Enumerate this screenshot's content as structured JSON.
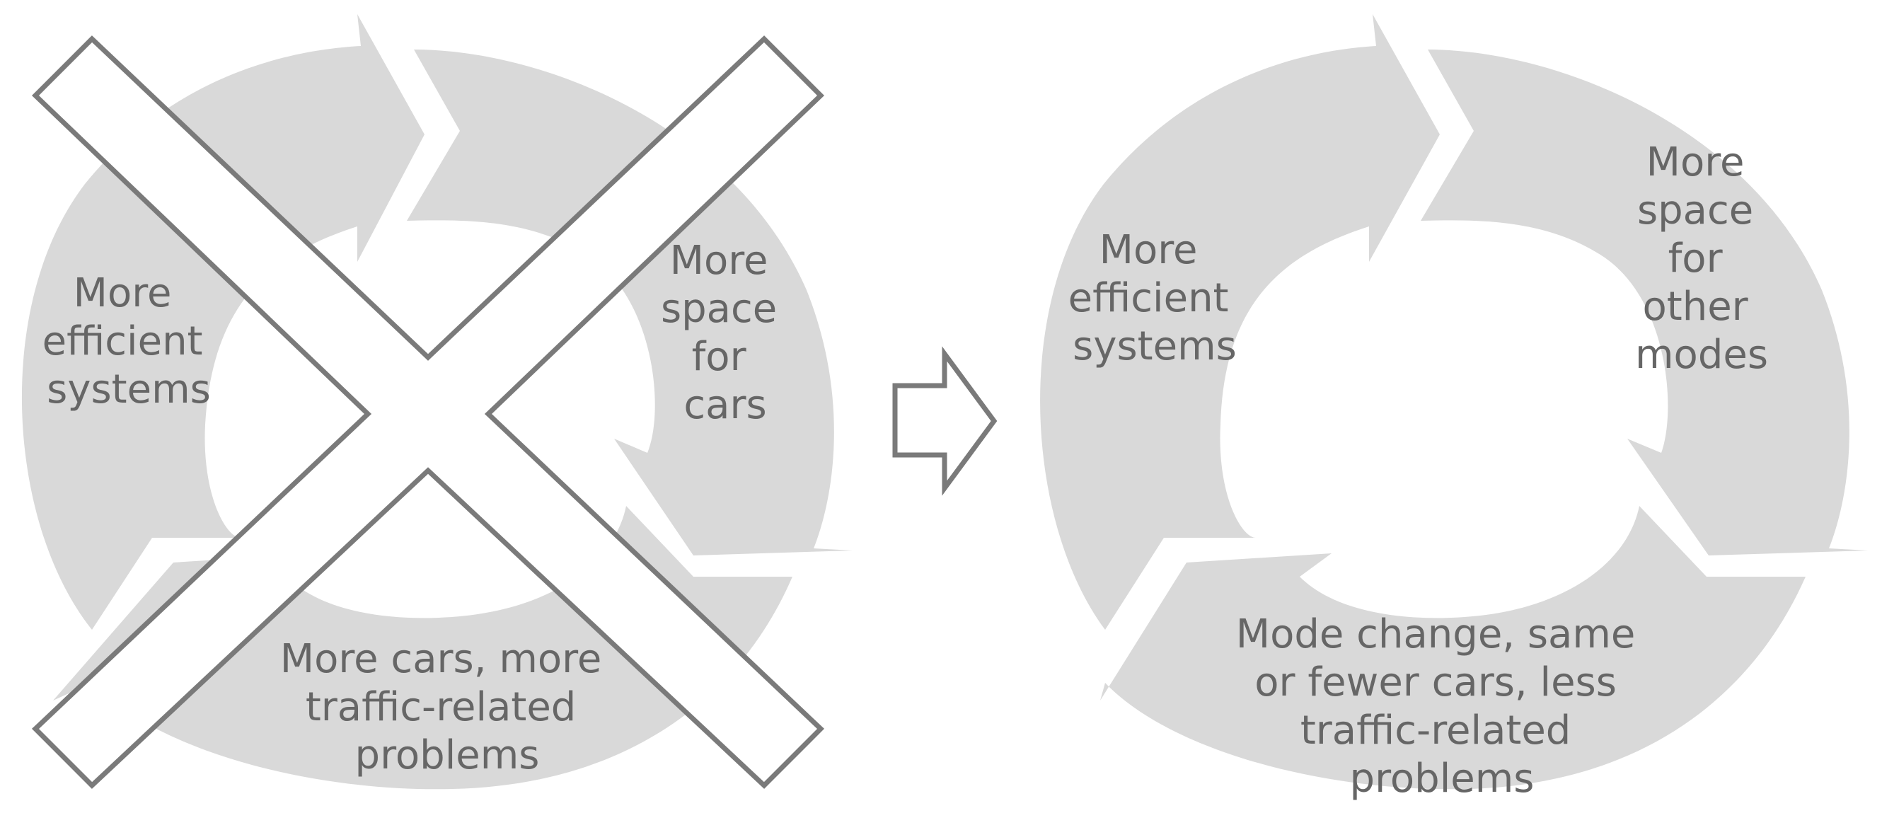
{
  "left_cycle": {
    "segments": [
      {
        "lines": [
          "More",
          "efficient",
          "systems"
        ]
      },
      {
        "lines": [
          "More",
          "space",
          "for",
          "cars"
        ]
      },
      {
        "lines": [
          "More cars, more",
          "traffic-related",
          "problems"
        ]
      }
    ],
    "crossed_out": true
  },
  "transition": {
    "icon": "right-arrow-icon"
  },
  "right_cycle": {
    "segments": [
      {
        "lines": [
          "More",
          "efficient",
          "systems"
        ]
      },
      {
        "lines": [
          "More",
          "space",
          "for",
          "other",
          "modes"
        ]
      },
      {
        "lines": [
          "Mode change, same",
          "or fewer cars, less",
          "traffic-related",
          "problems"
        ]
      }
    ],
    "crossed_out": false
  },
  "colors": {
    "segment_fill": "#d9d9d9",
    "label_text": "#666666",
    "cross_outline": "#7a7a7a"
  }
}
